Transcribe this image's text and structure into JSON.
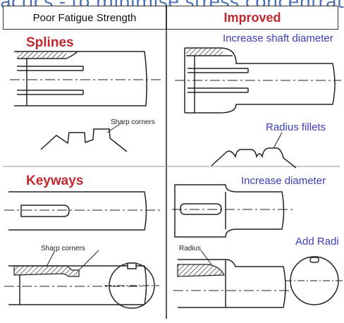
{
  "slide_heading_fragment": "actics - to minimise stress concentration - Adap",
  "headers": {
    "left": "Poor Fatigue Strength",
    "right": "Improved"
  },
  "sections": {
    "splines": {
      "title": "Splines",
      "poor_annotation": "Sharp corners",
      "improved_notes": [
        "Increase shaft diameter",
        "Radius fillets"
      ]
    },
    "keyways": {
      "title": "Keyways",
      "poor_annotation": "Sharp corners",
      "improved_labels": [
        "Radius"
      ],
      "improved_notes": [
        "Increase diameter",
        "Add Radi"
      ]
    }
  },
  "colors": {
    "red_heading": "#c0282d",
    "blue_note": "#3c3cbe",
    "line": "#222222"
  }
}
